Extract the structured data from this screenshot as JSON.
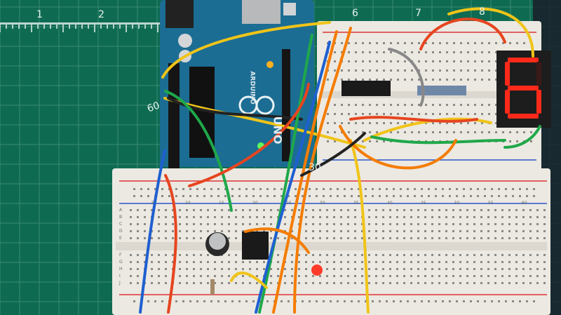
{
  "scene": {
    "ruler_numbers": [
      "1",
      "2",
      "6",
      "7",
      "8",
      "60",
      "30"
    ],
    "arduino_labels": {
      "brand": "ARDUINO",
      "model": "UNO"
    },
    "breadboard_column_numbers": [
      "5",
      "10",
      "15",
      "20",
      "25",
      "30",
      "35",
      "40",
      "45",
      "50",
      "55",
      "60"
    ],
    "breadboard_row_letters": [
      "A",
      "B",
      "C",
      "D",
      "E",
      "F",
      "G",
      "H",
      "I",
      "J"
    ],
    "seven_segment_digit": "6",
    "colors": {
      "cutting_mat": "#0e6b52",
      "breadboard": "#ece9e2",
      "arduino_board": "#1c6d93",
      "led_lit": "#ff2a1a",
      "rail_red": "#d33",
      "rail_blue": "#2a56c8"
    }
  }
}
